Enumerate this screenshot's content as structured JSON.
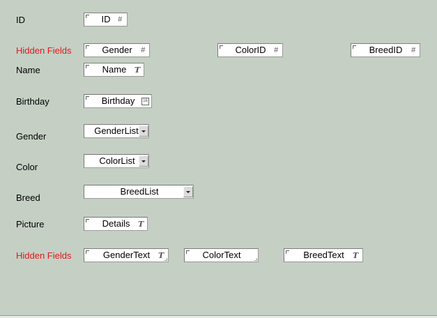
{
  "labels": {
    "id": "ID",
    "hidden1": "Hidden Fields",
    "name": "Name",
    "birthday": "Birthday",
    "gender": "Gender",
    "color": "Color",
    "breed": "Breed",
    "picture": "Picture",
    "hidden2": "Hidden Fields"
  },
  "fields": {
    "id": "ID",
    "gender": "Gender",
    "color_id": "ColorID",
    "breed_id": "BreedID",
    "name": "Name",
    "birthday": "Birthday",
    "gender_list": "GenderList",
    "color_list": "ColorList",
    "breed_list": "BreedList",
    "details": "Details",
    "gender_text": "GenderText",
    "color_text": "ColorText",
    "breed_text": "BreedText"
  },
  "icons": {
    "number": "#",
    "text": "T",
    "date": "16"
  },
  "colors": {
    "background": "#c5d0c4",
    "hidden_label": "#e0181c",
    "field_bg": "#ffffff"
  }
}
